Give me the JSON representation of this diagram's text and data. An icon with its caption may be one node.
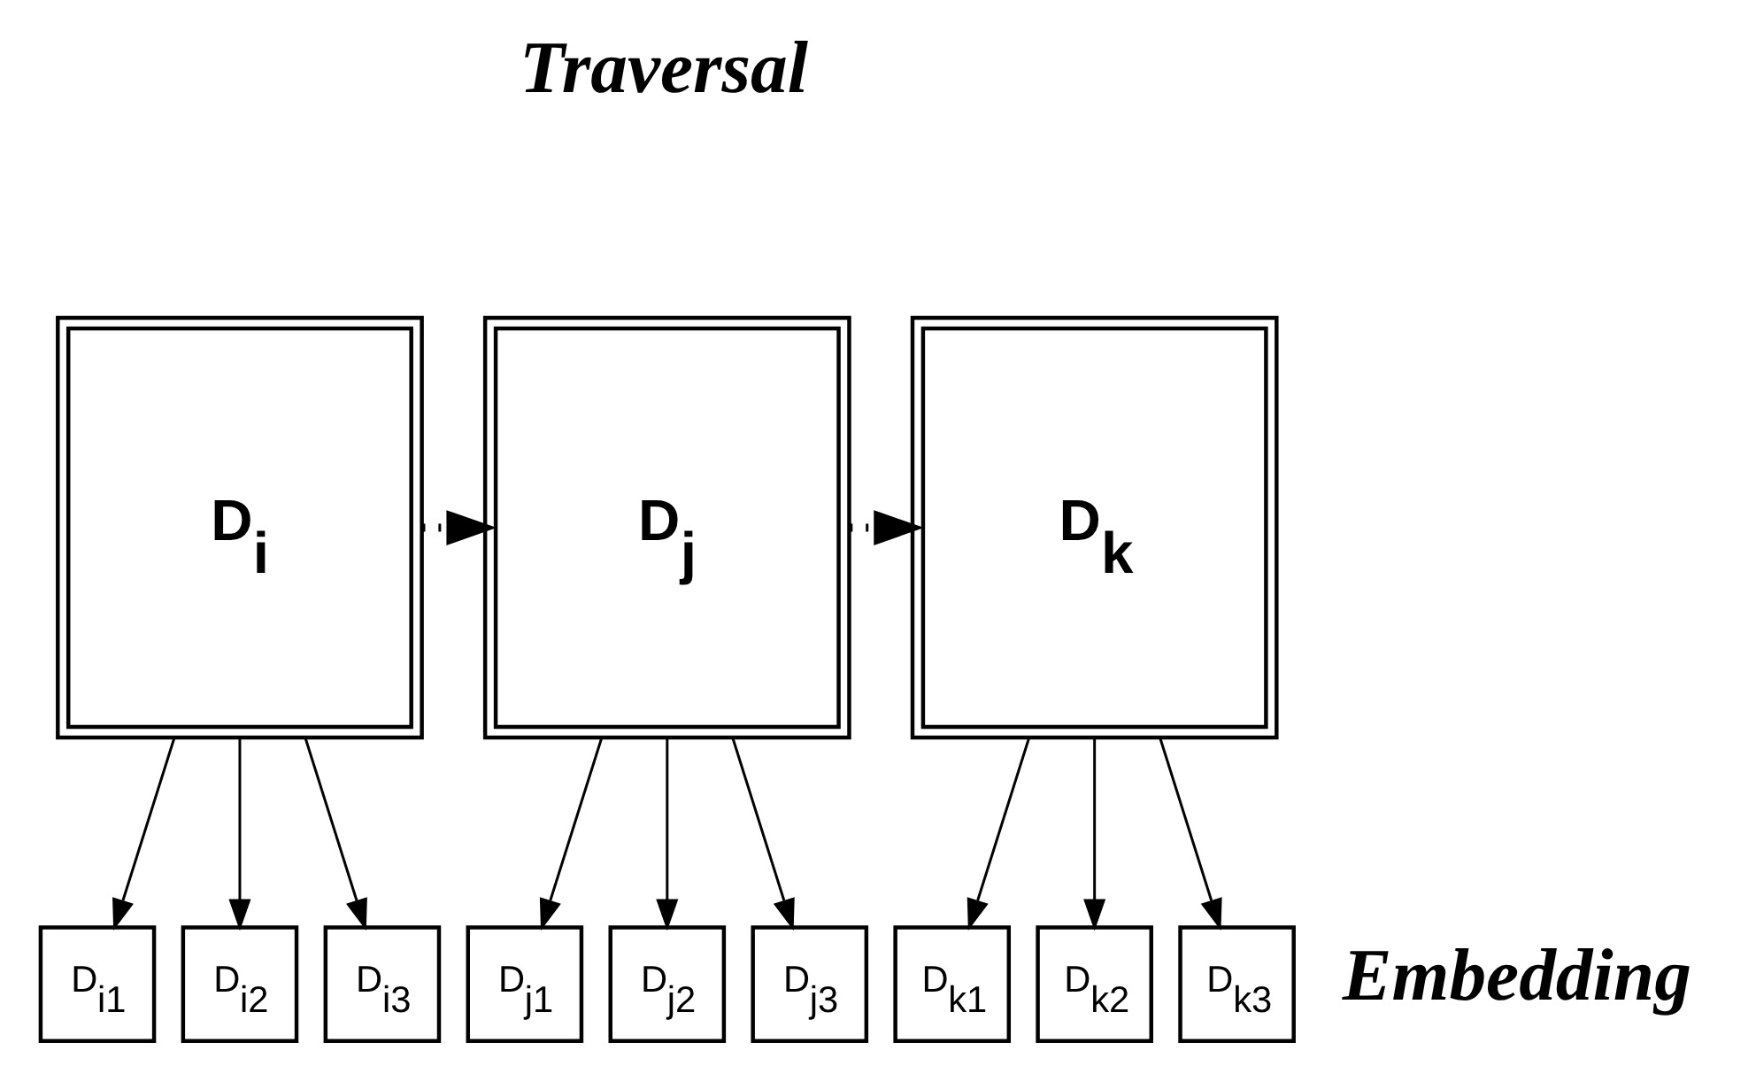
{
  "diagram": {
    "nodes": [
      {
        "text": [
          "D$_{i}$"
        ]
      },
      {
        "text": [
          "D$_{j}$"
        ]
      },
      {
        "text": [
          "D$_{k}$"
        ]
      },
      {
        "text": [
          "D$_{i1}$"
        ]
      },
      {
        "text": [
          "D$_{i2}$"
        ]
      },
      {
        "text": [
          "D$_{i3}$"
        ]
      },
      {
        "text": [
          "D$_{j1}$"
        ]
      },
      {
        "text": [
          "D$_{j2}$"
        ]
      },
      {
        "text": [
          "D$_{j3}$"
        ]
      },
      {
        "text": [
          "D$_{k1}$"
        ]
      },
      {
        "text": [
          "D$_{k2}$"
        ]
      },
      {
        "text": [
          "D$_{k3}$"
        ]
      }
    ],
    "edges": [
      {
        "from": 0,
        "to": 1,
        "arrow": "to",
        "style": "dashed"
      },
      {
        "from": 1,
        "to": 2,
        "arrow": "to",
        "style": "dashed"
      },
      {
        "from": 0,
        "to": 3,
        "arrow": "to"
      },
      {
        "from": 0,
        "to": 4,
        "arrow": "to"
      },
      {
        "from": 0,
        "to": 5,
        "arrow": "to"
      },
      {
        "from": 1,
        "to": 6,
        "arrow": "to"
      },
      {
        "from": 1,
        "to": 7,
        "arrow": "to"
      },
      {
        "from": 1,
        "to": 8,
        "arrow": "to"
      },
      {
        "from": 2,
        "to": 9,
        "arrow": "to"
      },
      {
        "from": 2,
        "to": 10,
        "arrow": "to"
      },
      {
        "from": 2,
        "to": 11,
        "arrow": "to"
      }
    ],
    "labels": [
      "Traversal",
      "Embedding"
    ]
  }
}
